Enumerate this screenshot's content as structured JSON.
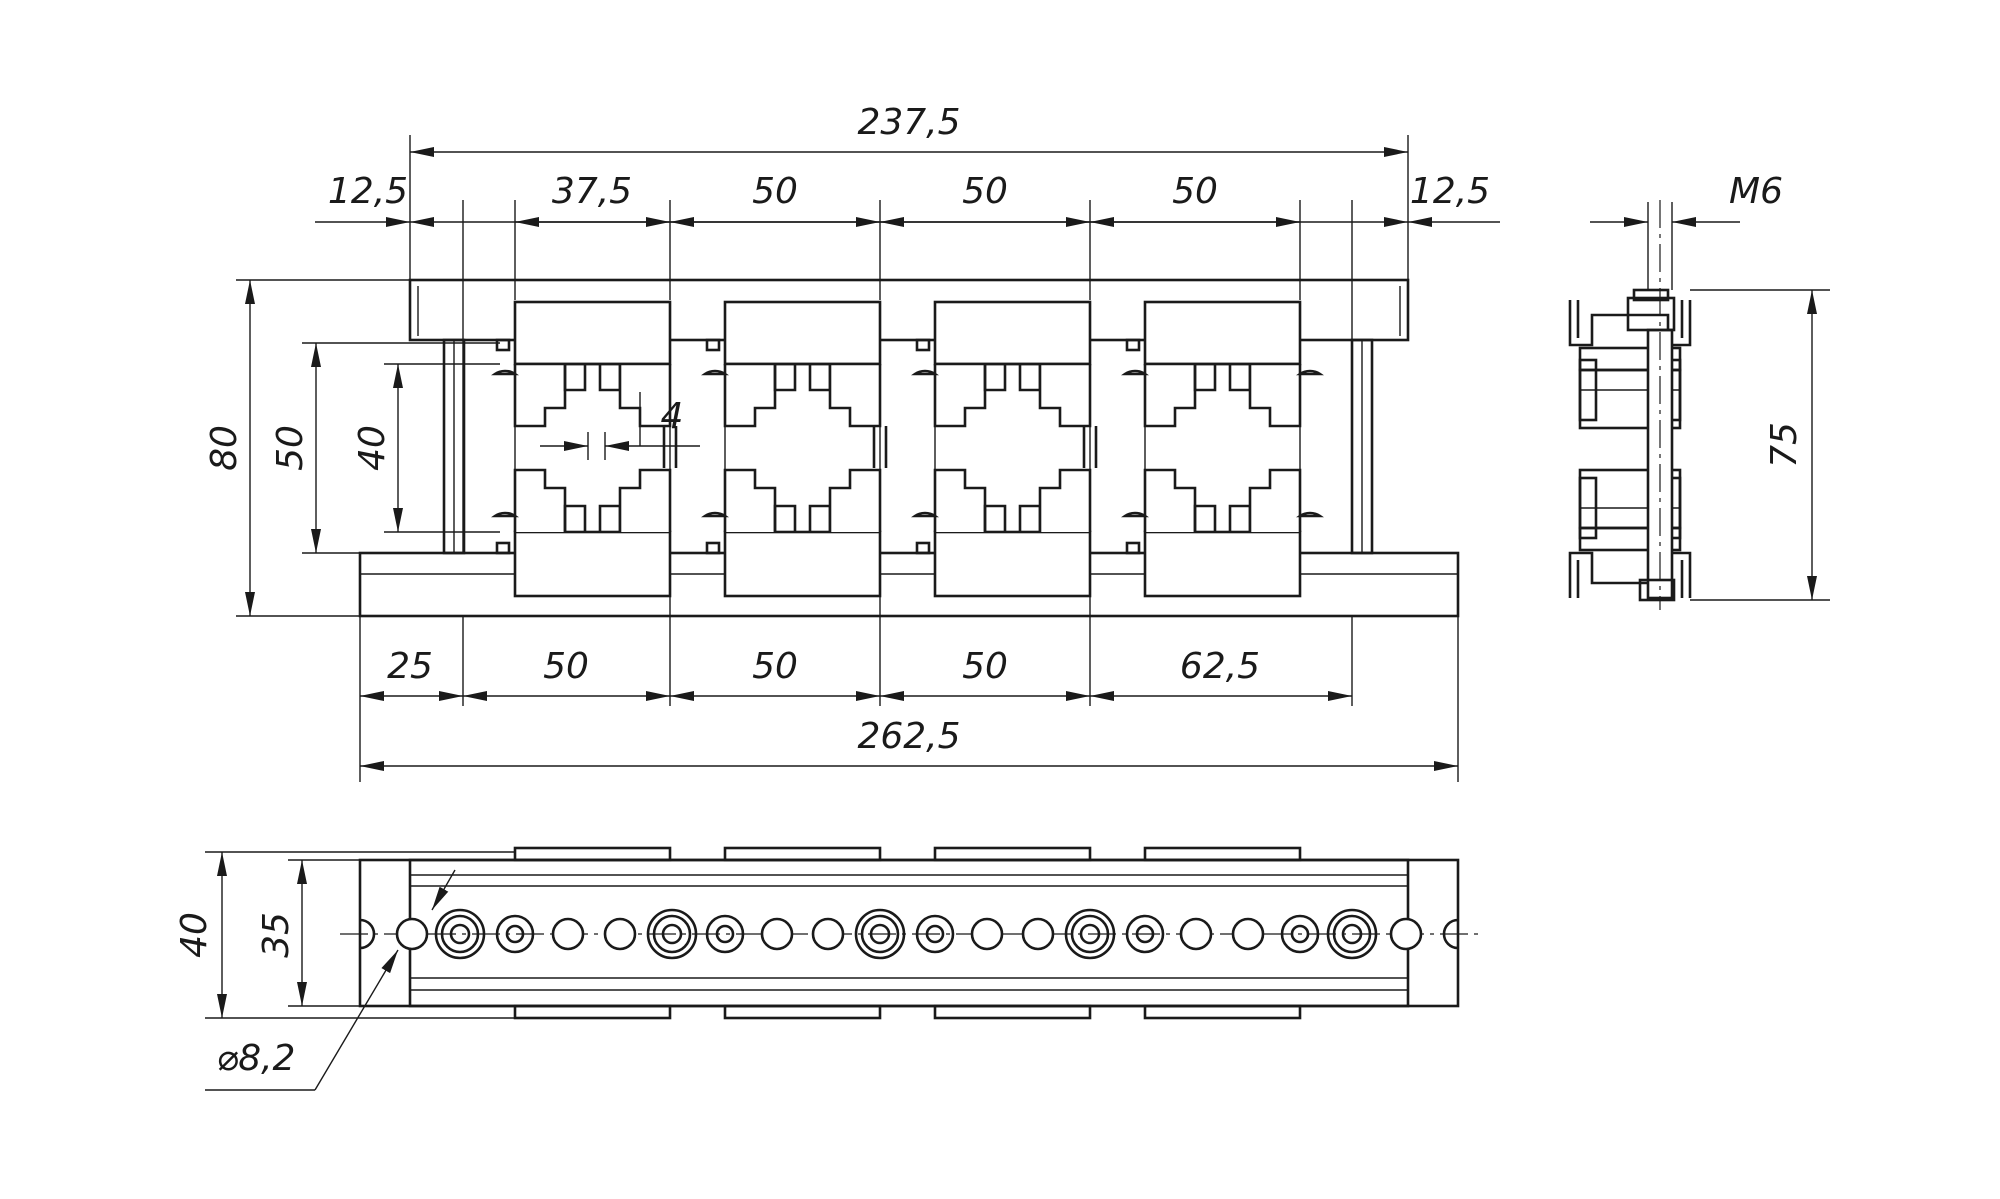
{
  "front_view": {
    "overall_top": "237,5",
    "top_segments": [
      "12,5",
      "37,5",
      "50",
      "50",
      "50",
      "12,5"
    ],
    "bottom_segments": [
      "25",
      "50",
      "50",
      "50",
      "62,5"
    ],
    "overall_bottom": "262,5",
    "height_total": "80",
    "height_mid": "50",
    "height_inner": "40",
    "gap": "4"
  },
  "side_view": {
    "thread": "M6",
    "height": "75"
  },
  "top_view": {
    "height_outer": "40",
    "height_inner": "35",
    "hole_diameter": "⌀8,2"
  }
}
